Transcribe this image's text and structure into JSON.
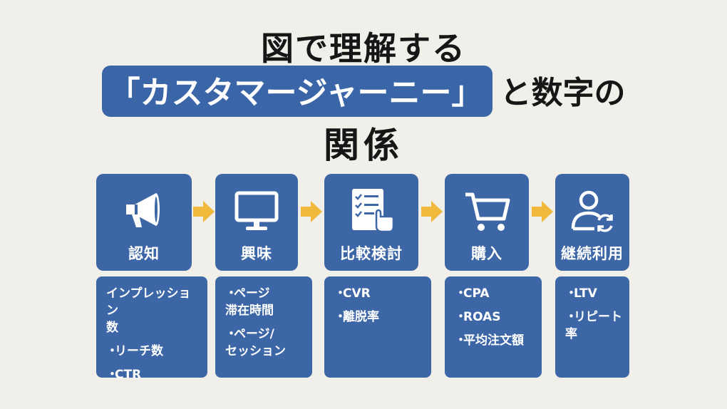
{
  "title": {
    "line1": "図で理解する",
    "line2_highlight": "「カスタマージャーニー」",
    "line2_rest": "と数字の",
    "line3": "関係"
  },
  "stages": [
    {
      "label": "認知",
      "icon": "megaphone-icon",
      "metrics": [
        {
          "bullet": "",
          "text": "インプレッション\n数"
        },
        {
          "bullet": "・",
          "text": "リーチ数"
        },
        {
          "bullet": "・",
          "text": "CTR"
        }
      ]
    },
    {
      "label": "興味",
      "icon": "monitor-icon",
      "metrics": [
        {
          "bullet": "・",
          "text": "ページ\n滞在時間"
        },
        {
          "bullet": "・",
          "text": "ページ/\nセッション"
        }
      ]
    },
    {
      "label": "比較検討",
      "icon": "checklist-touch-icon",
      "metrics": [
        {
          "bullet": "・",
          "text": "CVR"
        },
        {
          "bullet": "・",
          "text": "離脱率"
        }
      ]
    },
    {
      "label": "購入",
      "icon": "shopping-cart-icon",
      "metrics": [
        {
          "bullet": "・",
          "text": "CPA"
        },
        {
          "bullet": "・",
          "text": "ROAS"
        },
        {
          "bullet": "・",
          "text": "平均注文額"
        }
      ]
    },
    {
      "label": "継続利用",
      "icon": "user-refresh-icon",
      "metrics": [
        {
          "bullet": "・",
          "text": "LTV"
        },
        {
          "bullet": "・",
          "text": "リピート\n率"
        }
      ]
    }
  ],
  "colors": {
    "box": "#3c66a6",
    "arrow": "#f0b93c",
    "background": "#f1efe9"
  }
}
